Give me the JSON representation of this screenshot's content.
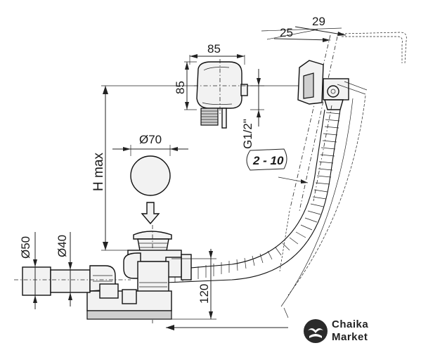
{
  "labels": {
    "width_85": "85",
    "height_85": "85",
    "dim_29": "29",
    "dim_25": "25",
    "thread": "G1/2\"",
    "diameter_70": "Ø70",
    "h_max": "H max",
    "range_2_10": "2 - 10",
    "diameter_50": "Ø50",
    "diameter_40": "Ø40",
    "dim_120": "120"
  },
  "logo": {
    "line1": "Chaika",
    "line2": "Market"
  },
  "colors": {
    "line": "#222222",
    "part_fill": "#f2f2f2",
    "logo": "#2a2a2a"
  }
}
